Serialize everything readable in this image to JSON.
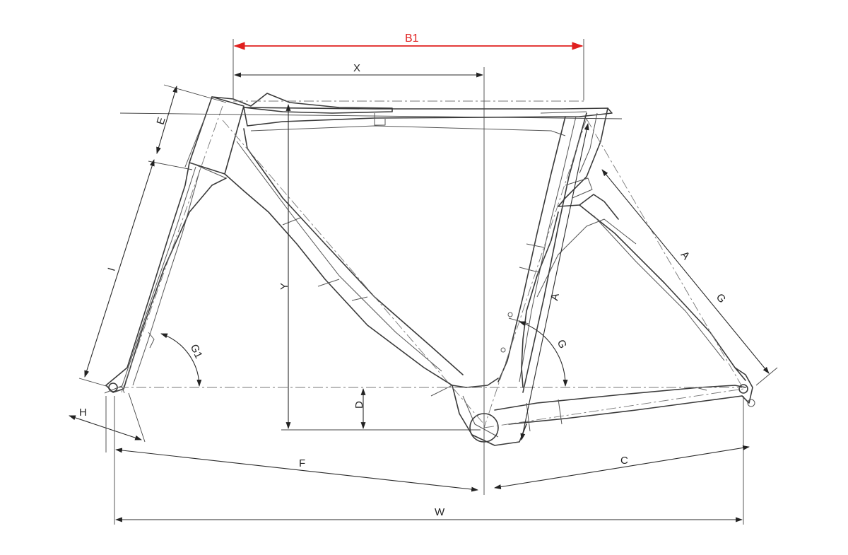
{
  "diagram": {
    "dimension_labels": {
      "B1": "B1",
      "X": "X",
      "Y": "Y",
      "E": "E",
      "I": "I",
      "A_seat": "A",
      "A_stay": "A",
      "G_seat": "G",
      "G_stay": "G",
      "G1": "G1",
      "D": "D",
      "H": "H",
      "F": "F",
      "C": "C",
      "W": "W"
    },
    "colors": {
      "highlight": "#e0201f",
      "line": "#3a3a3a"
    }
  }
}
